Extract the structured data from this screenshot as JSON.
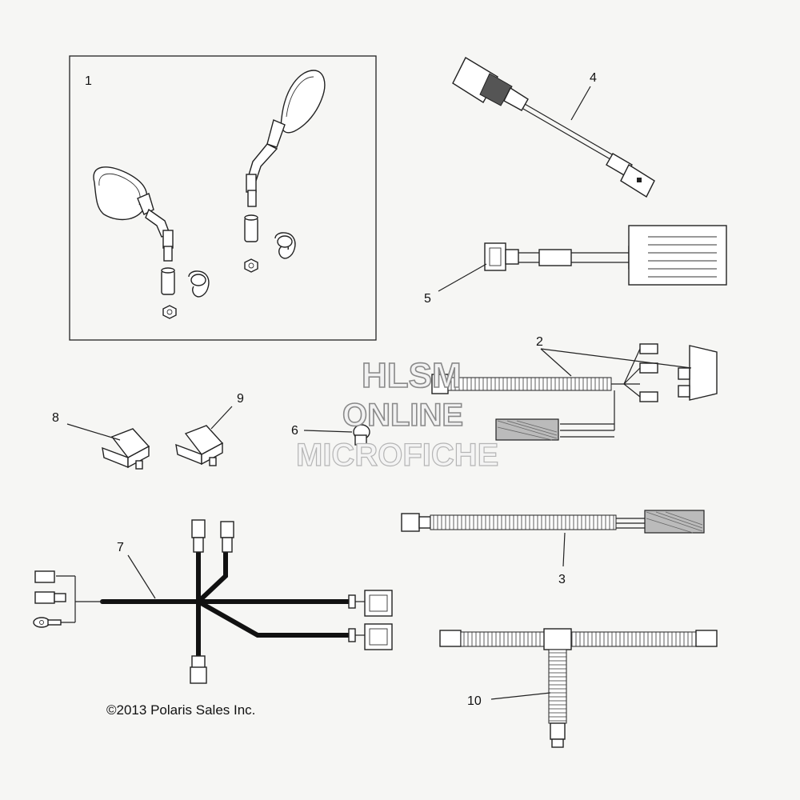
{
  "diagram": {
    "callouts": [
      "1",
      "2",
      "3",
      "4",
      "5",
      "6",
      "7",
      "8",
      "9",
      "10"
    ],
    "copyright": "©2013 Polaris Sales Inc.",
    "watermark": {
      "line1": "HLSM",
      "line2": "ONLINE",
      "line3": "MICROFICHE"
    }
  },
  "colors": {
    "background": "#f6f6f4",
    "line": "#222222",
    "watermark_stroke": "#8a8a8a"
  }
}
